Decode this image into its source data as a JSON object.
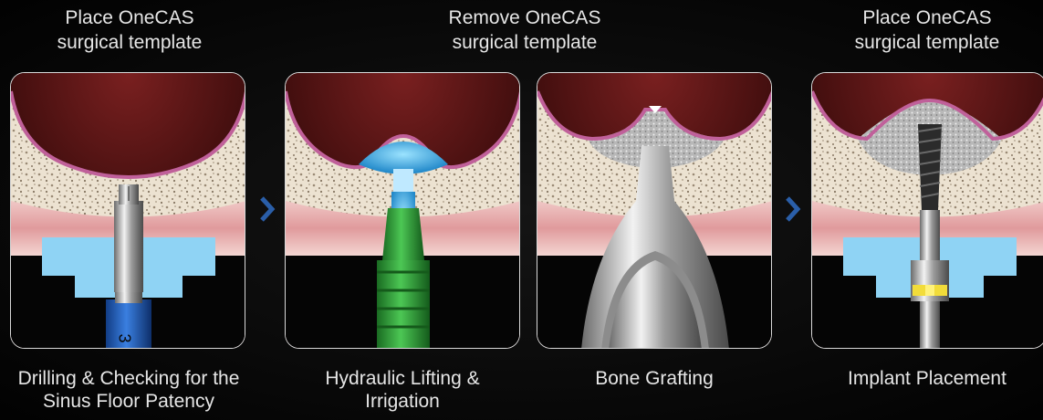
{
  "headers": [
    {
      "line1": "Place OneCAS",
      "line2": "surgical template"
    },
    {
      "line1": "Remove OneCAS",
      "line2": "surgical template"
    },
    {
      "line1": "Place OneCAS",
      "line2": "surgical template"
    }
  ],
  "steps": [
    {
      "line1": "Drilling & Checking for the",
      "line2": "Sinus Floor Patency"
    },
    {
      "line1": "Hydraulic Lifting &",
      "line2": "Irrigation"
    },
    {
      "line1": "Bone Grafting",
      "line2": ""
    },
    {
      "line1": "Implant Placement",
      "line2": ""
    }
  ],
  "drill_mark": "3",
  "colors": {
    "sinus": "#5a1414",
    "membrane": "#c0609a",
    "bone": "#e9dfcd",
    "gum": "#e0a2a4",
    "template": "#8fd3f4",
    "arrow": "#2a5ea8",
    "irrigation": "#2ba7de",
    "handle_green": "#33a83c",
    "drill_blue": "#1f63c0",
    "graft": "#bfbfbf"
  },
  "icons": [
    "chevron-right-icon"
  ]
}
